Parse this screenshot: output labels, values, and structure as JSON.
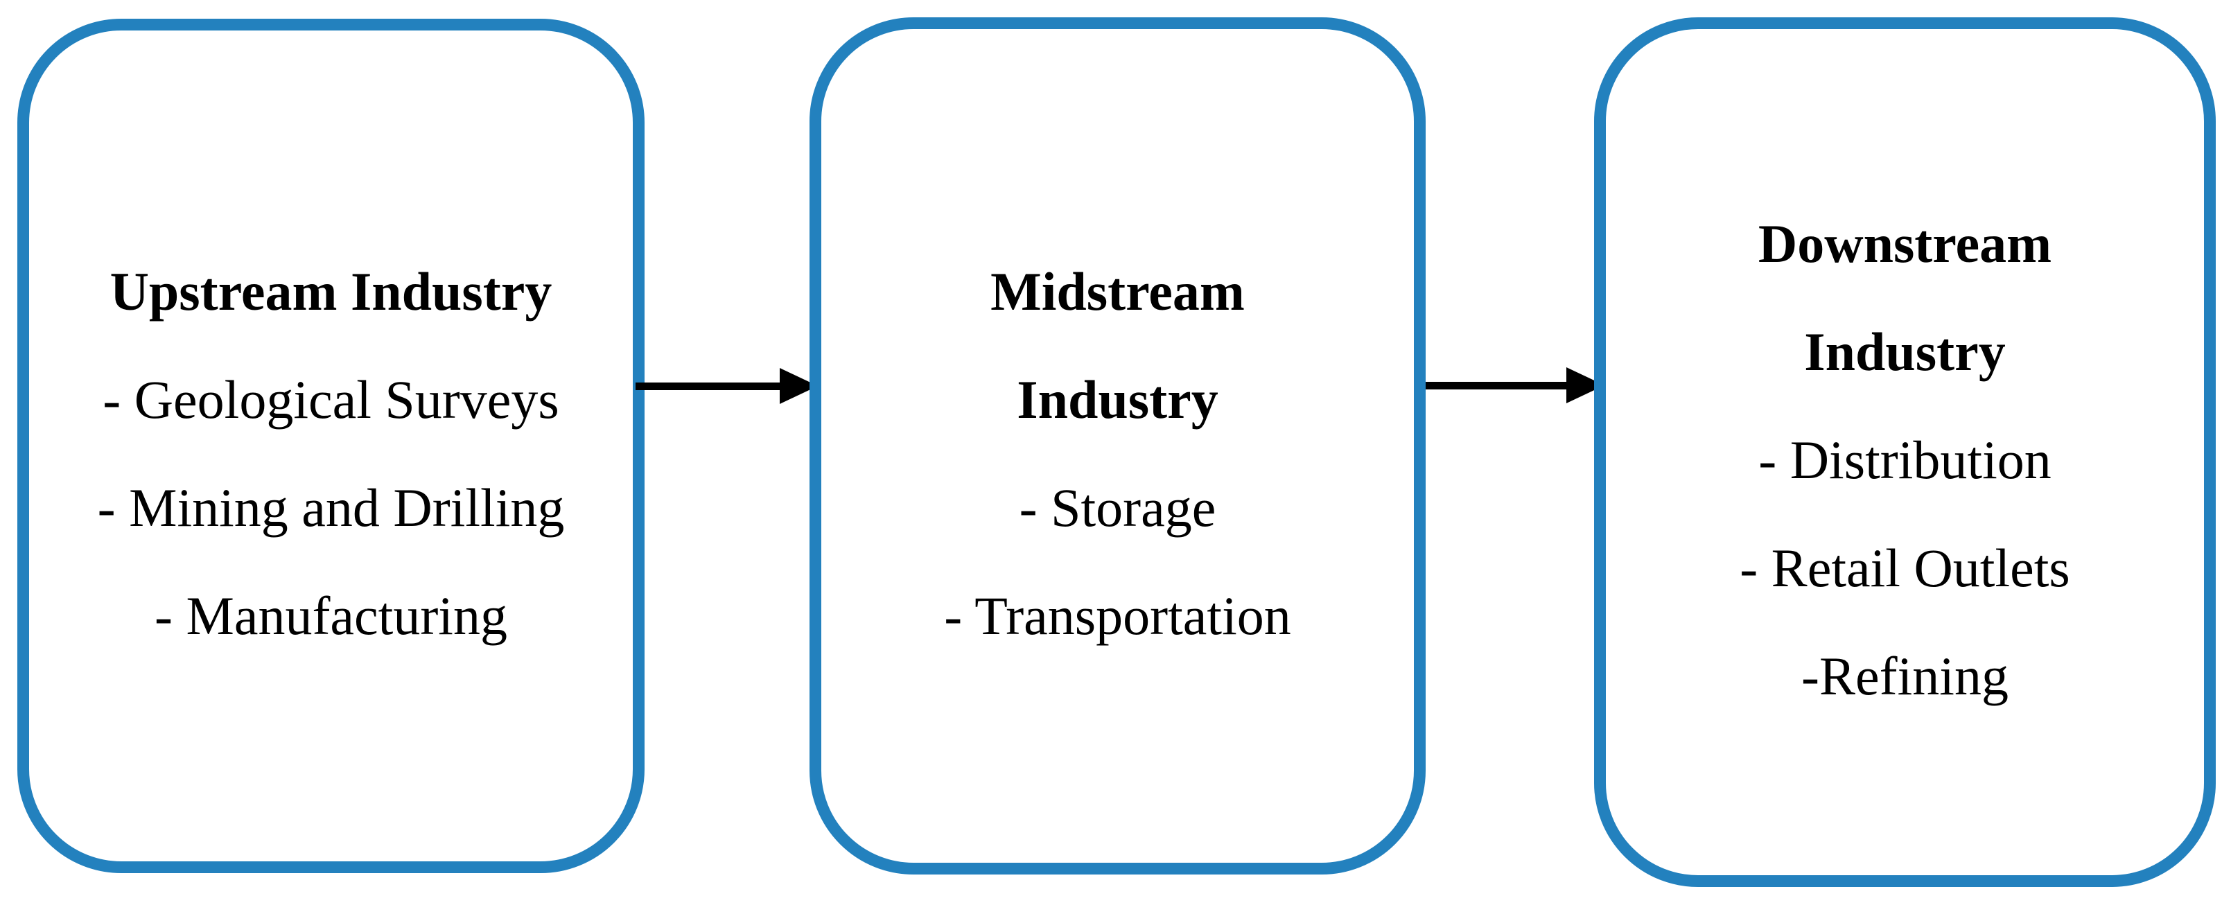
{
  "figure": {
    "type": "flow-diagram",
    "direction": "left-to-right",
    "background_color": "#FFFFFF",
    "box_border_color": "#2381BE",
    "arrow_color": "#000000",
    "text_color": "#000000",
    "boxes": [
      {
        "name": "upstream",
        "title_lines": [
          "Upstream Industry"
        ],
        "items": [
          "- Geological Surveys",
          "- Mining and Drilling",
          "- Manufacturing"
        ]
      },
      {
        "name": "midstream",
        "title_lines": [
          "Midstream",
          "Industry"
        ],
        "items": [
          "- Storage",
          "- Transportation"
        ]
      },
      {
        "name": "downstream",
        "title_lines": [
          "Downstream",
          "Industry"
        ],
        "items": [
          "- Distribution",
          "- Retail Outlets",
          "-Refining"
        ]
      }
    ],
    "arrows": [
      {
        "from": "upstream",
        "to": "midstream"
      },
      {
        "from": "midstream",
        "to": "downstream"
      }
    ]
  }
}
